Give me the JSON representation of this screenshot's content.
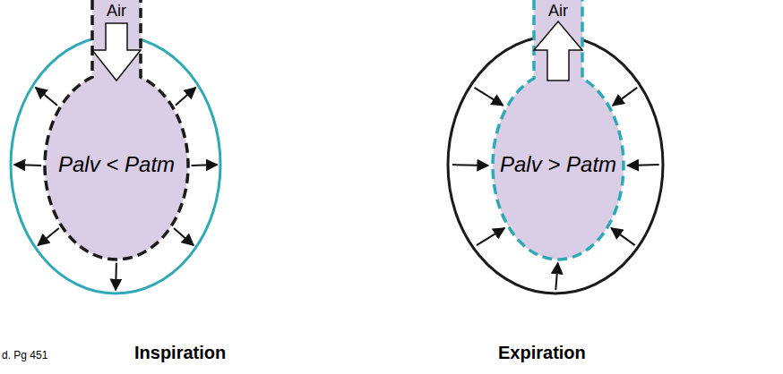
{
  "diagram": {
    "nodes": [
      {
        "text": [
          "Inspiration"
        ]
      },
      {
        "text": [
          "Air",
          "Palv < Patm"
        ],
        "in": 0
      },
      {
        "text": [
          "Expiration"
        ]
      },
      {
        "text": [
          "Air",
          "Palv > Patm"
        ],
        "in": 2
      }
    ],
    "labels": [
      "d. Pg 451"
    ]
  }
}
